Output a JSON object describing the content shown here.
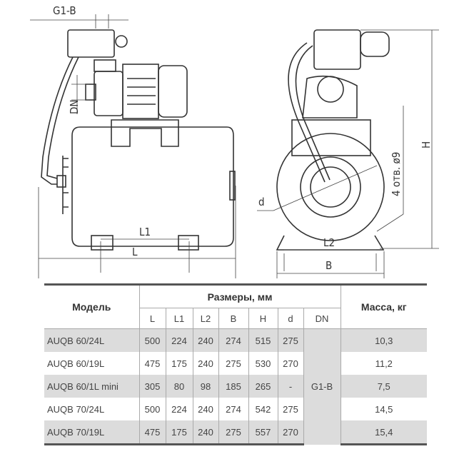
{
  "drawing": {
    "labels": {
      "g1b": "G1-B",
      "dn": "DN",
      "l1": "L1",
      "l": "L",
      "d": "d",
      "holes": "4 отв. ø9",
      "h": "H",
      "l2": "L2",
      "b": "B"
    }
  },
  "table": {
    "model_header": "Модель",
    "dims_header": "Размеры, мм",
    "mass_header": "Масса, кг",
    "columns": [
      "L",
      "L1",
      "L2",
      "B",
      "H",
      "d",
      "DN"
    ],
    "dn_value": "G1-B",
    "rows": [
      {
        "model": "AUQB 60/24L",
        "L": "500",
        "L1": "224",
        "L2": "240",
        "B": "274",
        "H": "515",
        "d": "275",
        "mass": "10,3"
      },
      {
        "model": "AUQB 60/19L",
        "L": "475",
        "L1": "175",
        "L2": "240",
        "B": "275",
        "H": "530",
        "d": "270",
        "mass": "11,2"
      },
      {
        "model": "AUQB 60/1L mini",
        "L": "305",
        "L1": "80",
        "L2": "98",
        "B": "185",
        "H": "265",
        "d": "-",
        "mass": "7,5"
      },
      {
        "model": "AUQB 70/24L",
        "L": "500",
        "L1": "224",
        "L2": "240",
        "B": "274",
        "H": "542",
        "d": "275",
        "mass": "14,5"
      },
      {
        "model": "AUQB 70/19L",
        "L": "475",
        "L1": "175",
        "L2": "240",
        "B": "275",
        "H": "557",
        "d": "270",
        "mass": "15,4"
      }
    ]
  }
}
